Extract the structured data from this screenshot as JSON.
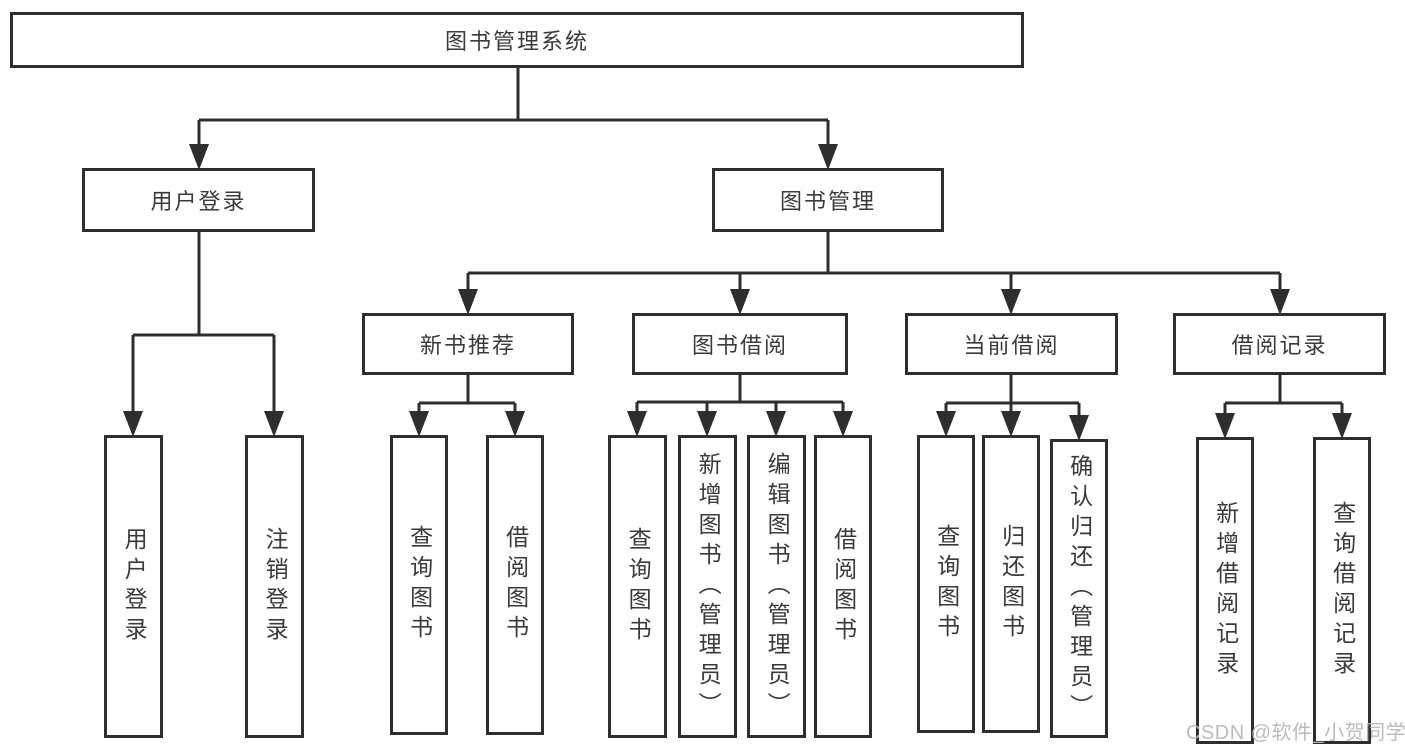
{
  "diagram": {
    "root": {
      "label": "图书管理系统"
    },
    "branches": [
      {
        "label": "用户登录",
        "children": [
          {
            "label": "用户登录"
          },
          {
            "label": "注销登录"
          }
        ]
      },
      {
        "label": "图书管理",
        "children": [
          {
            "label": "新书推荐",
            "children": [
              {
                "label": "查询图书"
              },
              {
                "label": "借阅图书"
              }
            ]
          },
          {
            "label": "图书借阅",
            "children": [
              {
                "label": "查询图书"
              },
              {
                "label": "新增图书（管理员）"
              },
              {
                "label": "编辑图书（管理员）"
              },
              {
                "label": "借阅图书"
              }
            ]
          },
          {
            "label": "当前借阅",
            "children": [
              {
                "label": "查询图书"
              },
              {
                "label": "归还图书"
              },
              {
                "label": "确认归还（管理员）"
              }
            ]
          },
          {
            "label": "借阅记录",
            "children": [
              {
                "label": "新增借阅记录"
              },
              {
                "label": "查询借阅记录"
              }
            ]
          }
        ]
      }
    ],
    "watermark": "CSDN @软件_小贺同学",
    "colors": {
      "line": "#2e2e2e",
      "box_border": "#2e2e2e",
      "text": "#3a3a3a",
      "watermark": "#b7b7b7",
      "background": "#ffffff"
    }
  }
}
